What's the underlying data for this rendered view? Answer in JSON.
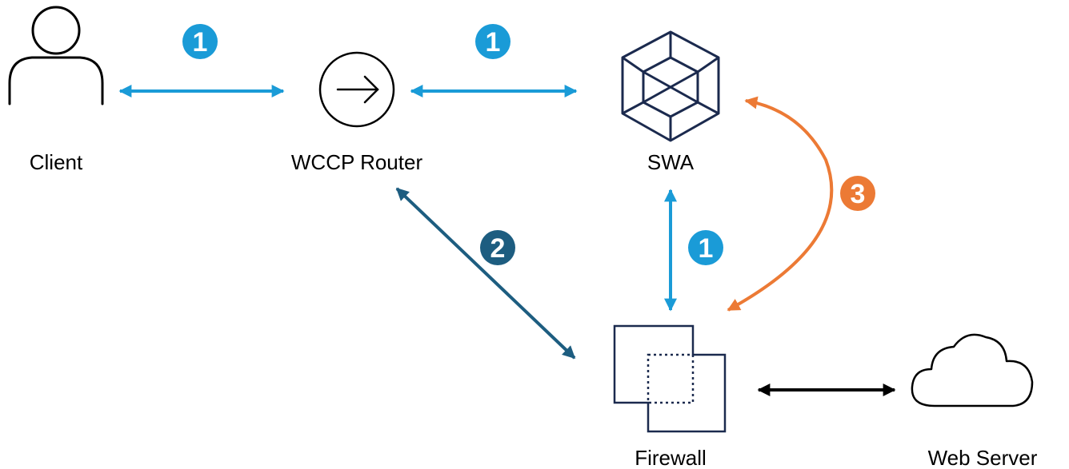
{
  "nodes": {
    "client": {
      "label": "Client",
      "icon": "person-icon"
    },
    "router": {
      "label": "WCCP Router",
      "icon": "router-arrow-icon"
    },
    "swa": {
      "label": "SWA",
      "icon": "hexagon-web-icon"
    },
    "firewall": {
      "label": "Firewall",
      "icon": "firewall-squares-icon"
    },
    "webserver": {
      "label": "Web Server",
      "icon": "cloud-icon"
    }
  },
  "badges": {
    "client_router": "1",
    "router_swa": "1",
    "swa_firewall": "1",
    "router_firewall": "2",
    "firewall_swa": "3"
  },
  "colors": {
    "step1": "#1a9bd7",
    "step2": "#1d5d80",
    "step3": "#ec7a35",
    "icon_stroke": "#1b2a4e",
    "neutral": "#000000"
  }
}
